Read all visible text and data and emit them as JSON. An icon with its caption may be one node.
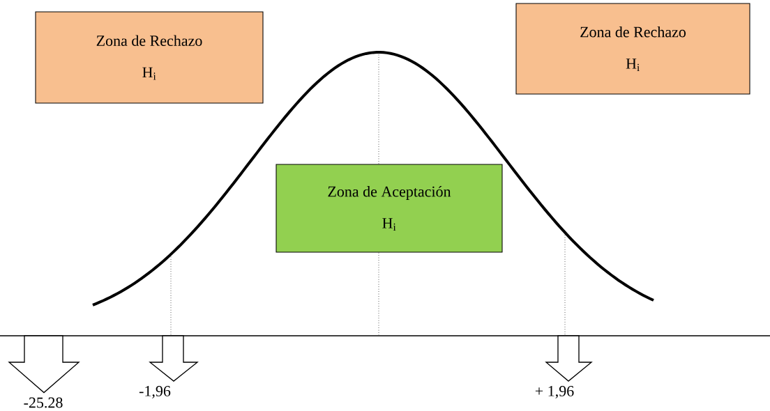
{
  "diagram": {
    "nodes": [
      {
        "text": [
          "Zona de Rechazo",
          "H$_{i}$"
        ]
      },
      {
        "text": [
          "Zona de Rechazo",
          "H$_{i}$"
        ]
      },
      {
        "text": [
          "Zona de Aceptación",
          "H$_{i}$"
        ]
      },
      {
        "text": [
          "-25.28"
        ]
      },
      {
        "text": [
          "-1,96"
        ]
      },
      {
        "text": [
          "+ 1,96"
        ]
      }
    ],
    "edges": [
      {
        "from": null,
        "to": 3,
        "arrow": "to"
      },
      {
        "from": null,
        "to": 4,
        "arrow": "to"
      },
      {
        "from": null,
        "to": 5,
        "arrow": "to"
      }
    ]
  }
}
